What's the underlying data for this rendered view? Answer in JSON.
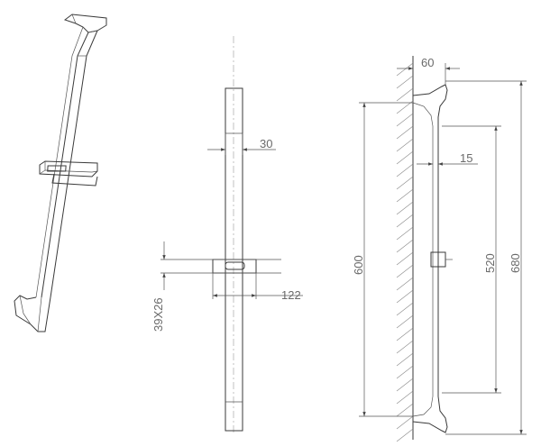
{
  "dimensions": {
    "bar_width": "30",
    "slider_length": "122",
    "slider_section": "39X26",
    "wall_offset": "60",
    "bracket_depth": "15",
    "bar_length": "600",
    "bracket_spacing": "520",
    "total_height": "680"
  }
}
